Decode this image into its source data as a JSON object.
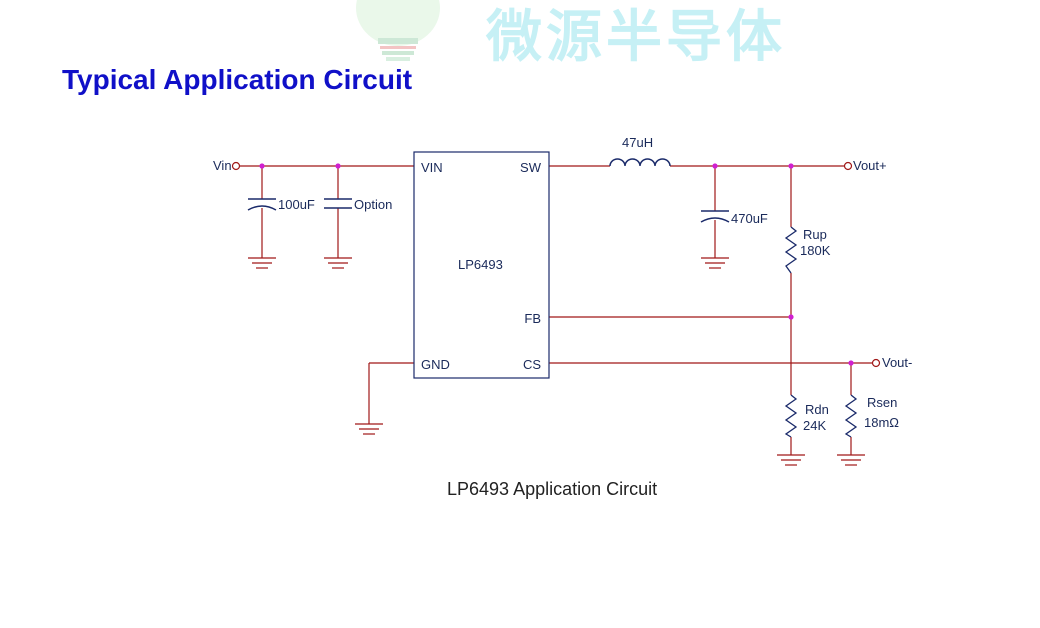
{
  "watermark": {
    "text": "微源半导体"
  },
  "section_title": "Typical Application Circuit",
  "ic": {
    "name": "LP6493",
    "pins": {
      "vin": "VIN",
      "sw": "SW",
      "fb": "FB",
      "gnd": "GND",
      "cs": "CS"
    }
  },
  "nets": {
    "vin": "Vin",
    "vout_pos": "Vout+",
    "vout_neg": "Vout-"
  },
  "components": {
    "c_in": "100uF",
    "c_opt": "Option",
    "inductor": "47uH",
    "c_out": "470uF",
    "r_up_name": "Rup",
    "r_up_value": "180K",
    "r_dn_name": "Rdn",
    "r_dn_value": "24K",
    "r_sen_name": "Rsen",
    "r_sen_value": "18mΩ"
  },
  "caption": "LP6493 Application Circuit",
  "colors": {
    "wire": "#a01818",
    "junction": "#d020d0",
    "component": "#1a2a6a",
    "title": "#1010c8"
  }
}
